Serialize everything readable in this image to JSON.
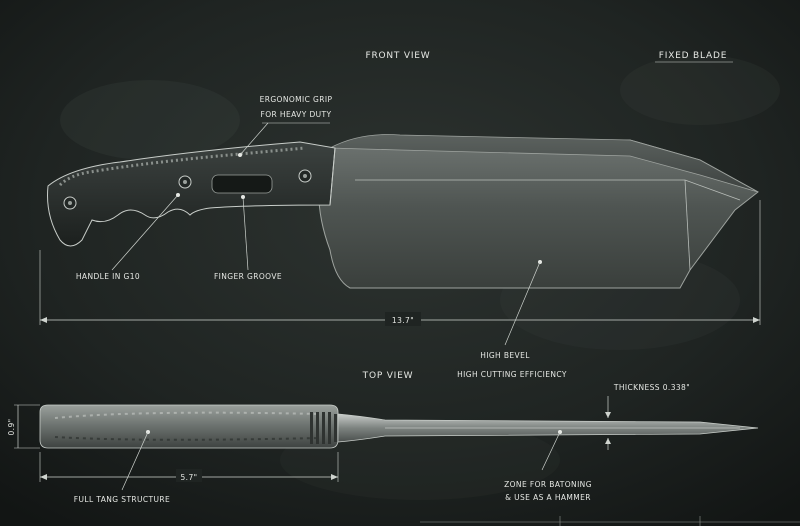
{
  "titles": {
    "front_view": "FRONT VIEW",
    "fixed_blade": "FIXED BLADE",
    "top_view": "TOP VIEW"
  },
  "callouts": {
    "ergonomic_line1": "ERGONOMIC GRIP",
    "ergonomic_line2": "FOR HEAVY DUTY",
    "handle_g10": "HANDLE IN G10",
    "finger_groove": "FINGER GROOVE",
    "high_bevel_line1": "HIGH BEVEL",
    "high_bevel_line2": "HIGH CUTTING EFFICIENCY",
    "full_tang": "FULL TANG STRUCTURE",
    "zone_line1": "ZONE FOR BATONING",
    "zone_line2": "& USE AS A HAMMER"
  },
  "dimensions": {
    "overall_length": "13.7\"",
    "handle_length": "5.7\"",
    "handle_height": "0.9\"",
    "thickness": "THICKNESS 0.338\""
  },
  "colors": {
    "background": "#1e2321",
    "line": "#cfd4cf",
    "text": "#e6e8e4"
  }
}
